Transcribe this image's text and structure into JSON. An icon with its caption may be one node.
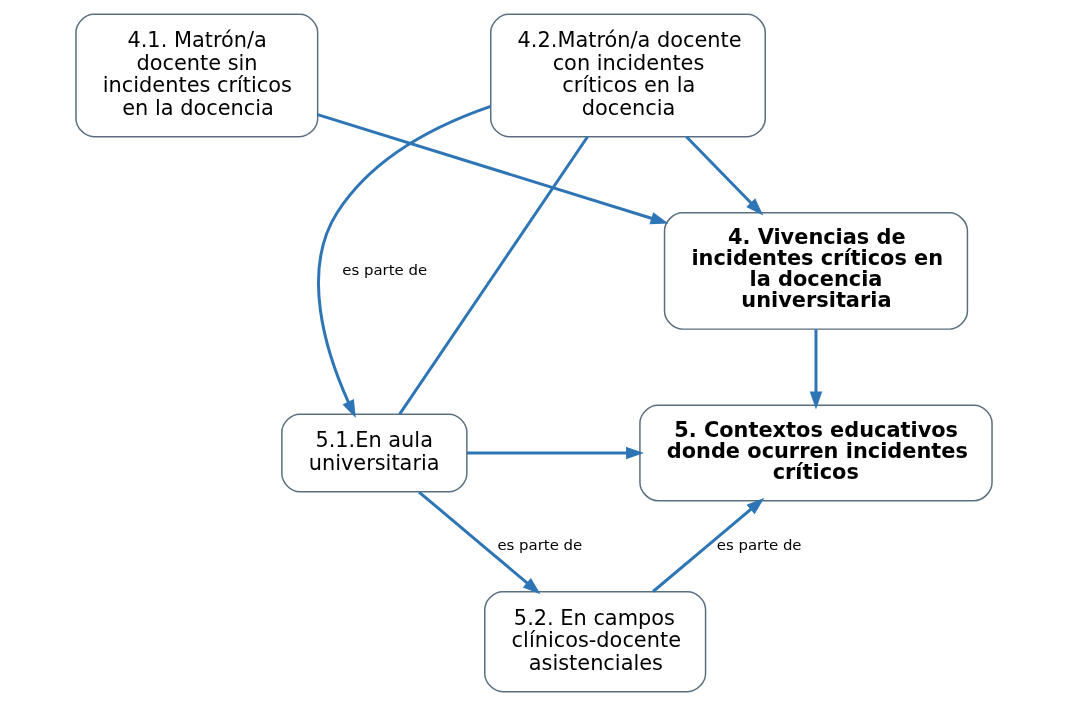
{
  "diagram": {
    "nodes": [
      {
        "text": [
          "4.1. Matrón/a docente sin incidentes críticos en la docencia"
        ]
      },
      {
        "text": [
          "4.2.Matrón/a docente con incidentes críticos en la docencia"
        ]
      },
      {
        "text": [
          "4. Vivencias de incidentes críticos en la docencia universitaria"
        ]
      },
      {
        "text": [
          "5. Contextos educativos donde ocurren incidentes críticos"
        ]
      },
      {
        "text": [
          "5.1.En aula universitaria"
        ]
      },
      {
        "text": [
          "5.2. En campos clínicos-docente asistenciales"
        ]
      }
    ],
    "edges": [
      {
        "from": 0,
        "to": 2,
        "arrow": "to"
      },
      {
        "from": 1,
        "to": 2,
        "arrow": "to"
      },
      {
        "from": 2,
        "to": 3,
        "arrow": "to"
      },
      {
        "from": 1,
        "to": 4,
        "arrow": "none"
      },
      {
        "from": 1,
        "to": 4,
        "arrow": "to",
        "label": "es parte de"
      },
      {
        "from": 4,
        "to": 3,
        "arrow": "to"
      },
      {
        "from": 4,
        "to": 5,
        "arrow": "to",
        "label": "es parte de"
      },
      {
        "from": 5,
        "to": 3,
        "arrow": "to",
        "label": "es parte de"
      }
    ]
  }
}
